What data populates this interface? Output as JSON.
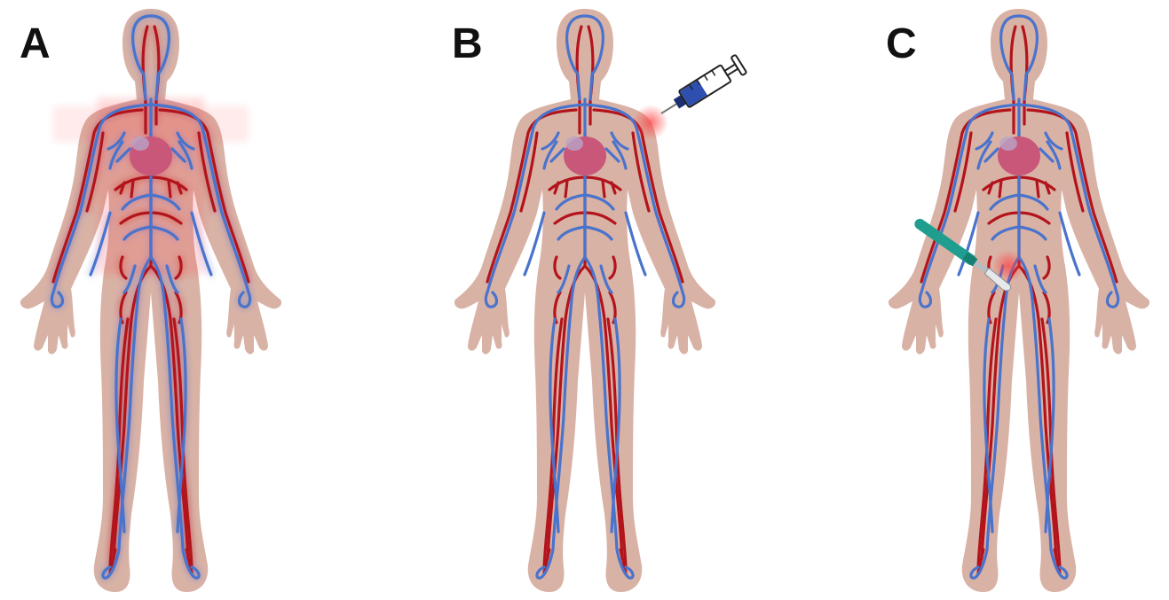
{
  "panels": [
    {
      "label": "A",
      "highlight": "whole-body-vasculature"
    },
    {
      "label": "B",
      "tool": "syringe-icon",
      "highlight": "injection-site-shoulder"
    },
    {
      "label": "C",
      "tool": "scalpel-icon",
      "highlight": "incision-site-abdomen"
    }
  ],
  "colors": {
    "skin": "#d9b2a6",
    "artery": "#b3141b",
    "vein": "#4a73cc",
    "heart": "#c9577a",
    "glow": "#ff3030",
    "syringe_body": "#2e4fb0",
    "scalpel_handle": "#1f9e8f"
  }
}
